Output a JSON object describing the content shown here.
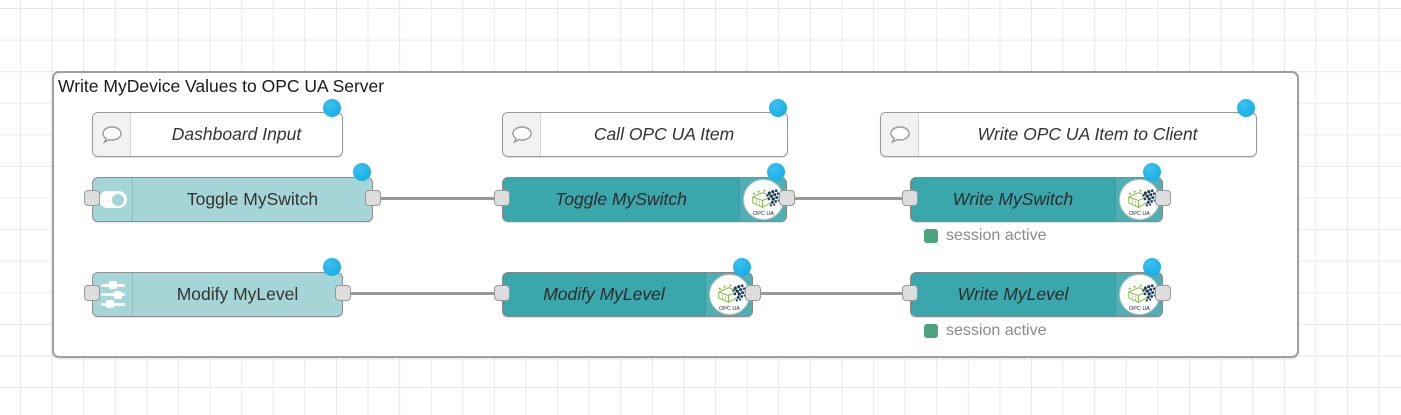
{
  "group": {
    "label": "Write MyDevice Values to OPC UA Server"
  },
  "comments": {
    "dashboard_input": {
      "label": "Dashboard Input"
    },
    "call_opcua_item": {
      "label": "Call OPC UA Item"
    },
    "write_opcua_item": {
      "label": "Write OPC UA Item to Client"
    }
  },
  "nodes": {
    "toggle_myswitch_ui": {
      "label": "Toggle MySwitch"
    },
    "modify_mylevel_ui": {
      "label": "Modify MyLevel"
    },
    "toggle_myswitch_opcua": {
      "label": "Toggle MySwitch"
    },
    "modify_mylevel_opcua": {
      "label": "Modify MyLevel"
    },
    "write_myswitch": {
      "label": "Write MySwitch",
      "status": "session active"
    },
    "write_mylevel": {
      "label": "Write MyLevel",
      "status": "session active"
    }
  },
  "opcua_badge": {
    "text": "OPC UA"
  },
  "colors": {
    "node_light": "#a6d5d8",
    "node_dark": "#3aa7ad",
    "wire": "#999999",
    "changed_dot": "#18b2e8",
    "status_green": "#4ba47e",
    "group_border": "#a0a0a0",
    "grid_line": "#e9e9e9"
  }
}
